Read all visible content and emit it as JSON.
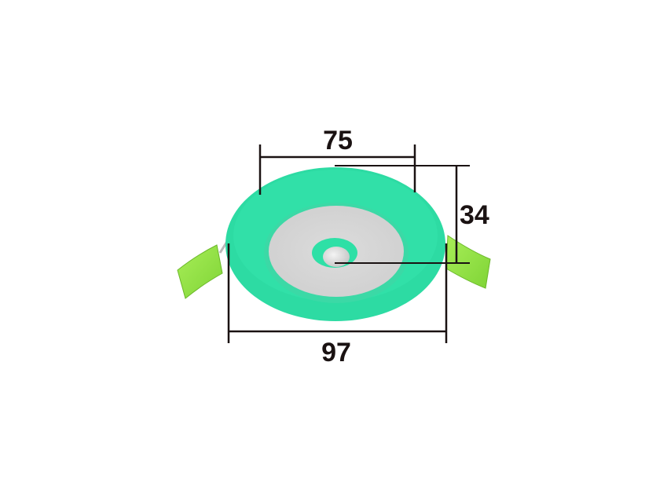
{
  "diagram": {
    "subject": "Recessed downlight with spring clips",
    "colors": {
      "background": "#ffffff",
      "trim": "#2ddba3",
      "trim_edge": "#28c894",
      "lens": "#d4d4d4",
      "center_ring": "#2ee0a6",
      "clips": "#88e03c",
      "dimension_line": "#1a1212"
    },
    "dimensions": {
      "top_width": {
        "value": "75",
        "label": "75"
      },
      "height": {
        "value": "34",
        "label": "34"
      },
      "outer_diameter": {
        "value": "97",
        "label": "97"
      }
    }
  }
}
